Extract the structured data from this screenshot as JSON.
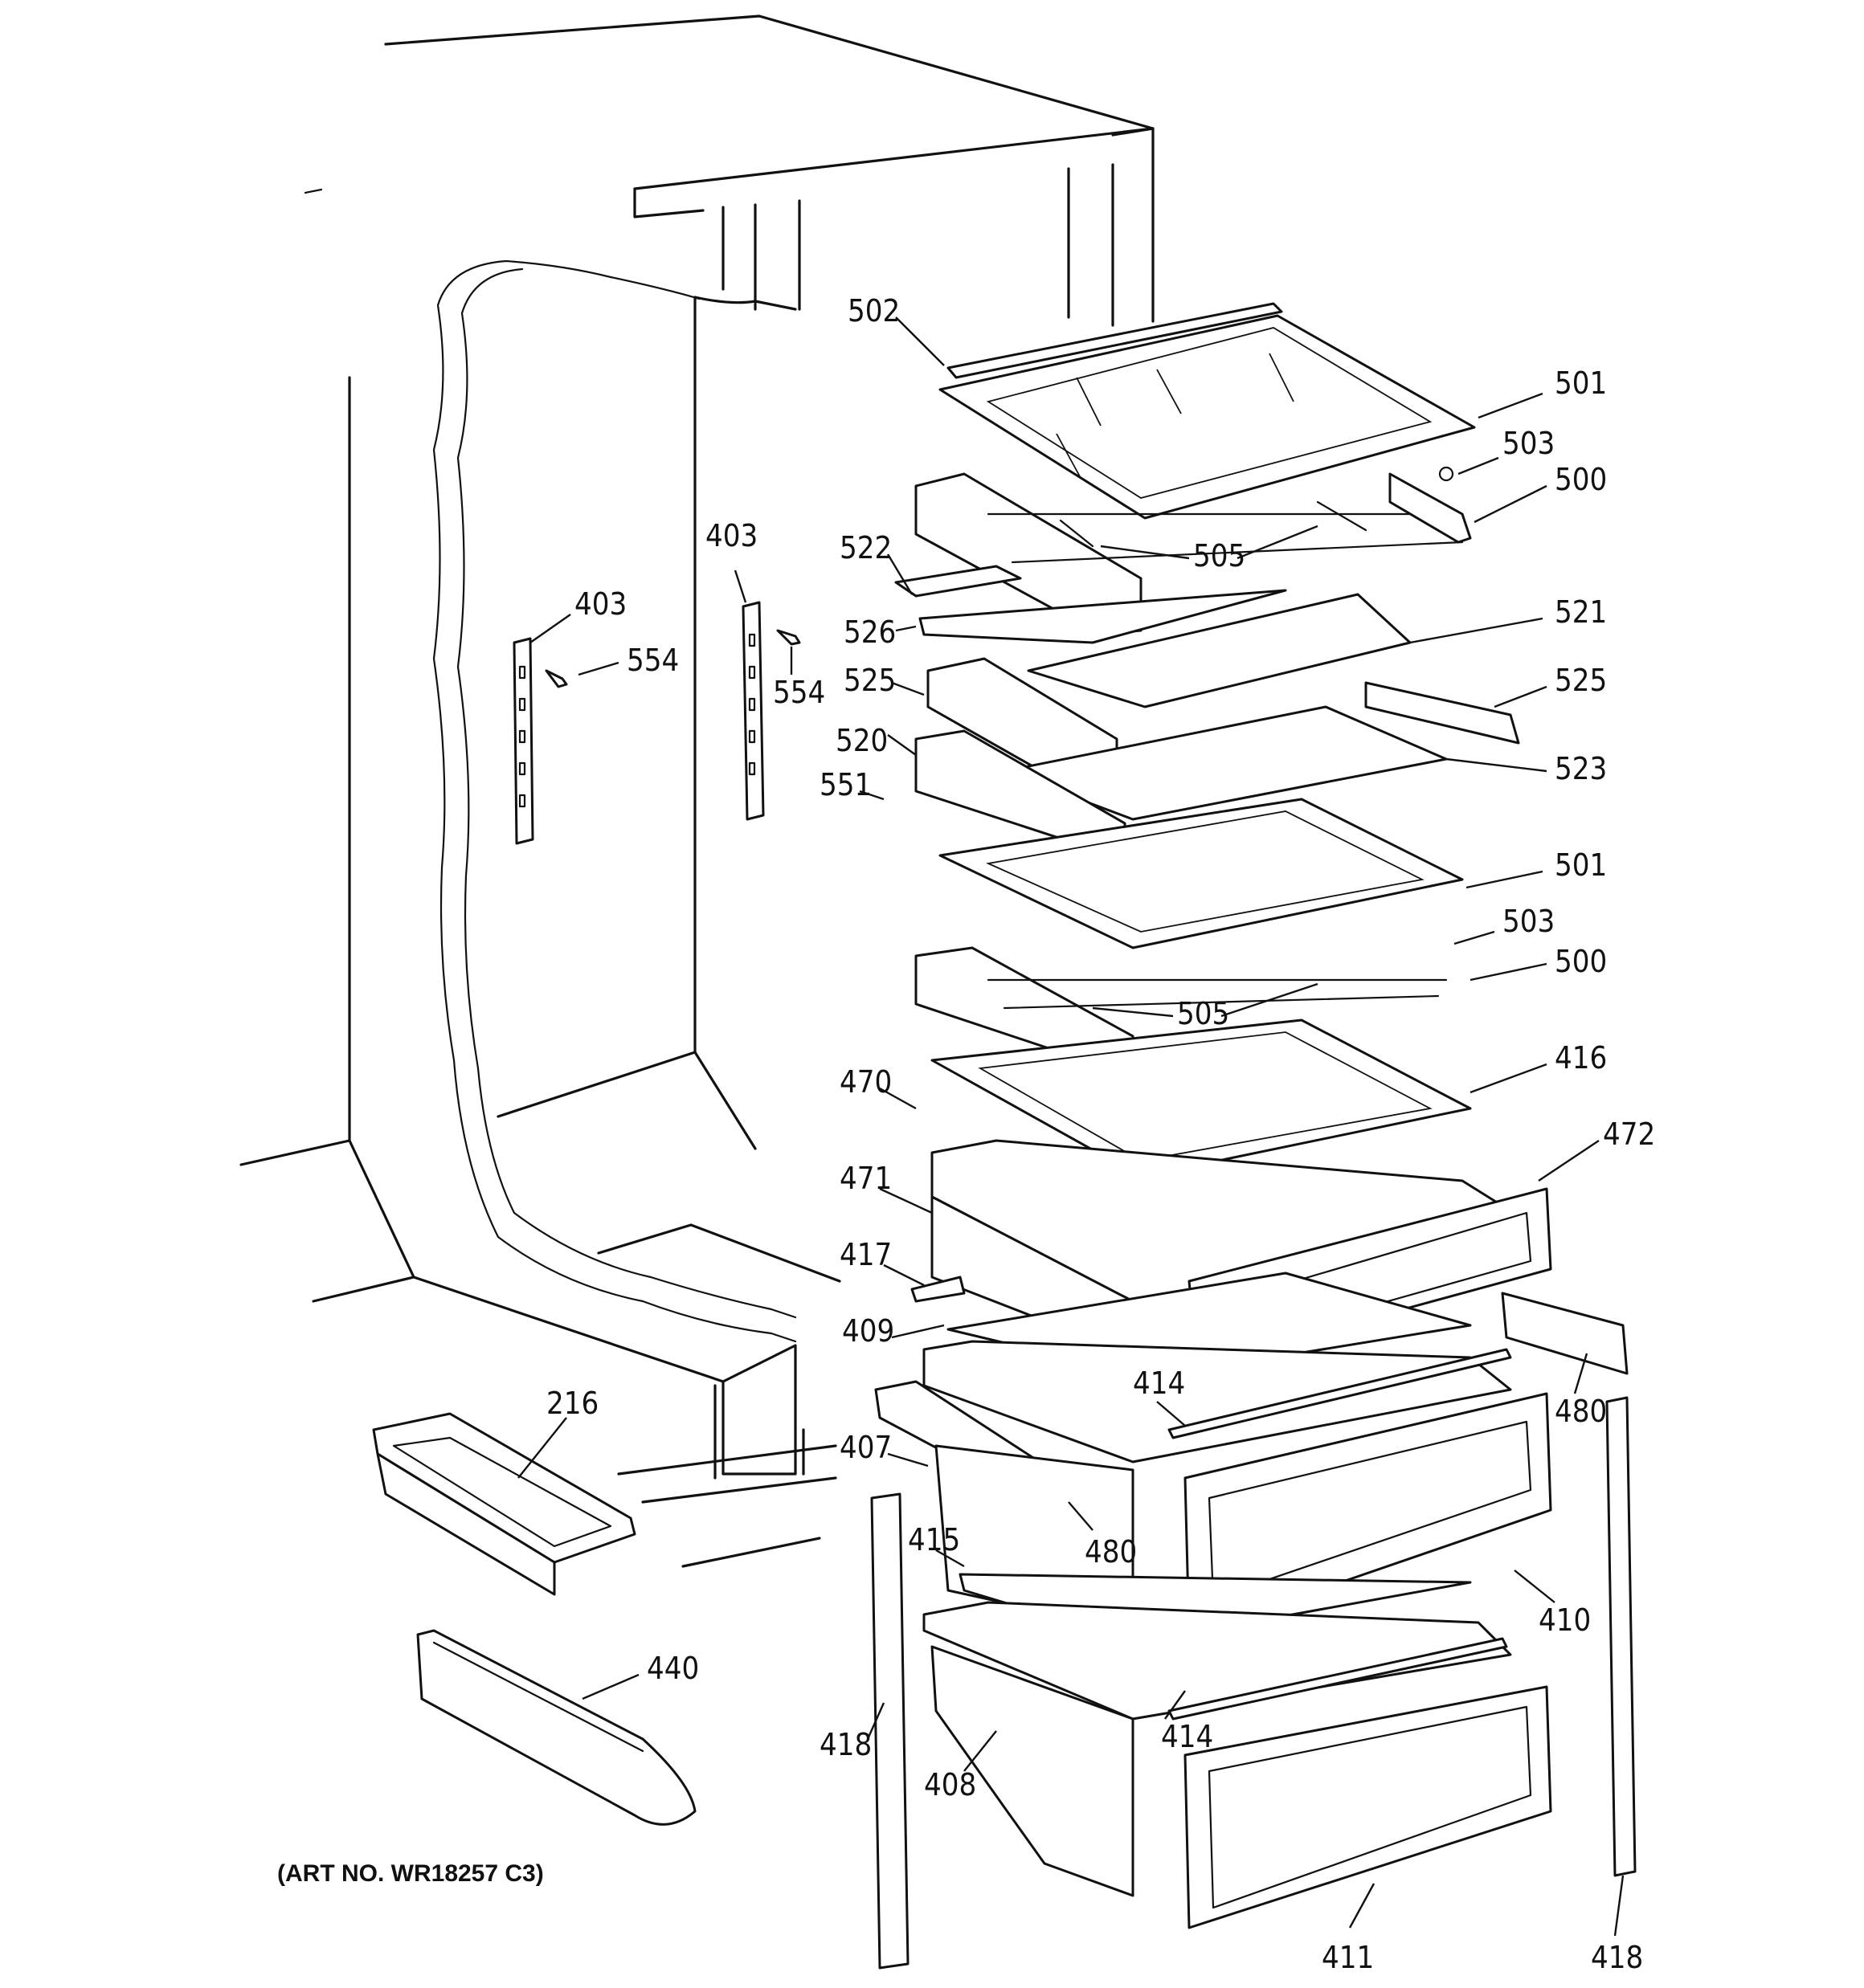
{
  "diagram": {
    "art_number": "(ART NO. WR18257 C3)",
    "callouts": [
      {
        "id": "c502",
        "label": "502"
      },
      {
        "id": "c501a",
        "label": "501"
      },
      {
        "id": "c503a",
        "label": "503"
      },
      {
        "id": "c500a",
        "label": "500"
      },
      {
        "id": "c505a",
        "label": "505"
      },
      {
        "id": "c522",
        "label": "522"
      },
      {
        "id": "c526",
        "label": "526"
      },
      {
        "id": "c521",
        "label": "521"
      },
      {
        "id": "c525a",
        "label": "525"
      },
      {
        "id": "c525b",
        "label": "525"
      },
      {
        "id": "c523",
        "label": "523"
      },
      {
        "id": "c520",
        "label": "520"
      },
      {
        "id": "c551",
        "label": "551"
      },
      {
        "id": "c501b",
        "label": "501"
      },
      {
        "id": "c503b",
        "label": "503"
      },
      {
        "id": "c500b",
        "label": "500"
      },
      {
        "id": "c505b",
        "label": "505"
      },
      {
        "id": "c416",
        "label": "416"
      },
      {
        "id": "c470",
        "label": "470"
      },
      {
        "id": "c472",
        "label": "472"
      },
      {
        "id": "c471",
        "label": "471"
      },
      {
        "id": "c417",
        "label": "417"
      },
      {
        "id": "c409",
        "label": "409"
      },
      {
        "id": "c414a",
        "label": "414"
      },
      {
        "id": "c480a",
        "label": "480"
      },
      {
        "id": "c407",
        "label": "407"
      },
      {
        "id": "c480b",
        "label": "480"
      },
      {
        "id": "c415",
        "label": "415"
      },
      {
        "id": "c410",
        "label": "410"
      },
      {
        "id": "c414b",
        "label": "414"
      },
      {
        "id": "c418a",
        "label": "418"
      },
      {
        "id": "c408",
        "label": "408"
      },
      {
        "id": "c411",
        "label": "411"
      },
      {
        "id": "c418b",
        "label": "418"
      },
      {
        "id": "c403a",
        "label": "403"
      },
      {
        "id": "c554a",
        "label": "554"
      },
      {
        "id": "c403b",
        "label": "403"
      },
      {
        "id": "c554b",
        "label": "554"
      },
      {
        "id": "c216",
        "label": "216"
      },
      {
        "id": "c440",
        "label": "440"
      }
    ]
  }
}
